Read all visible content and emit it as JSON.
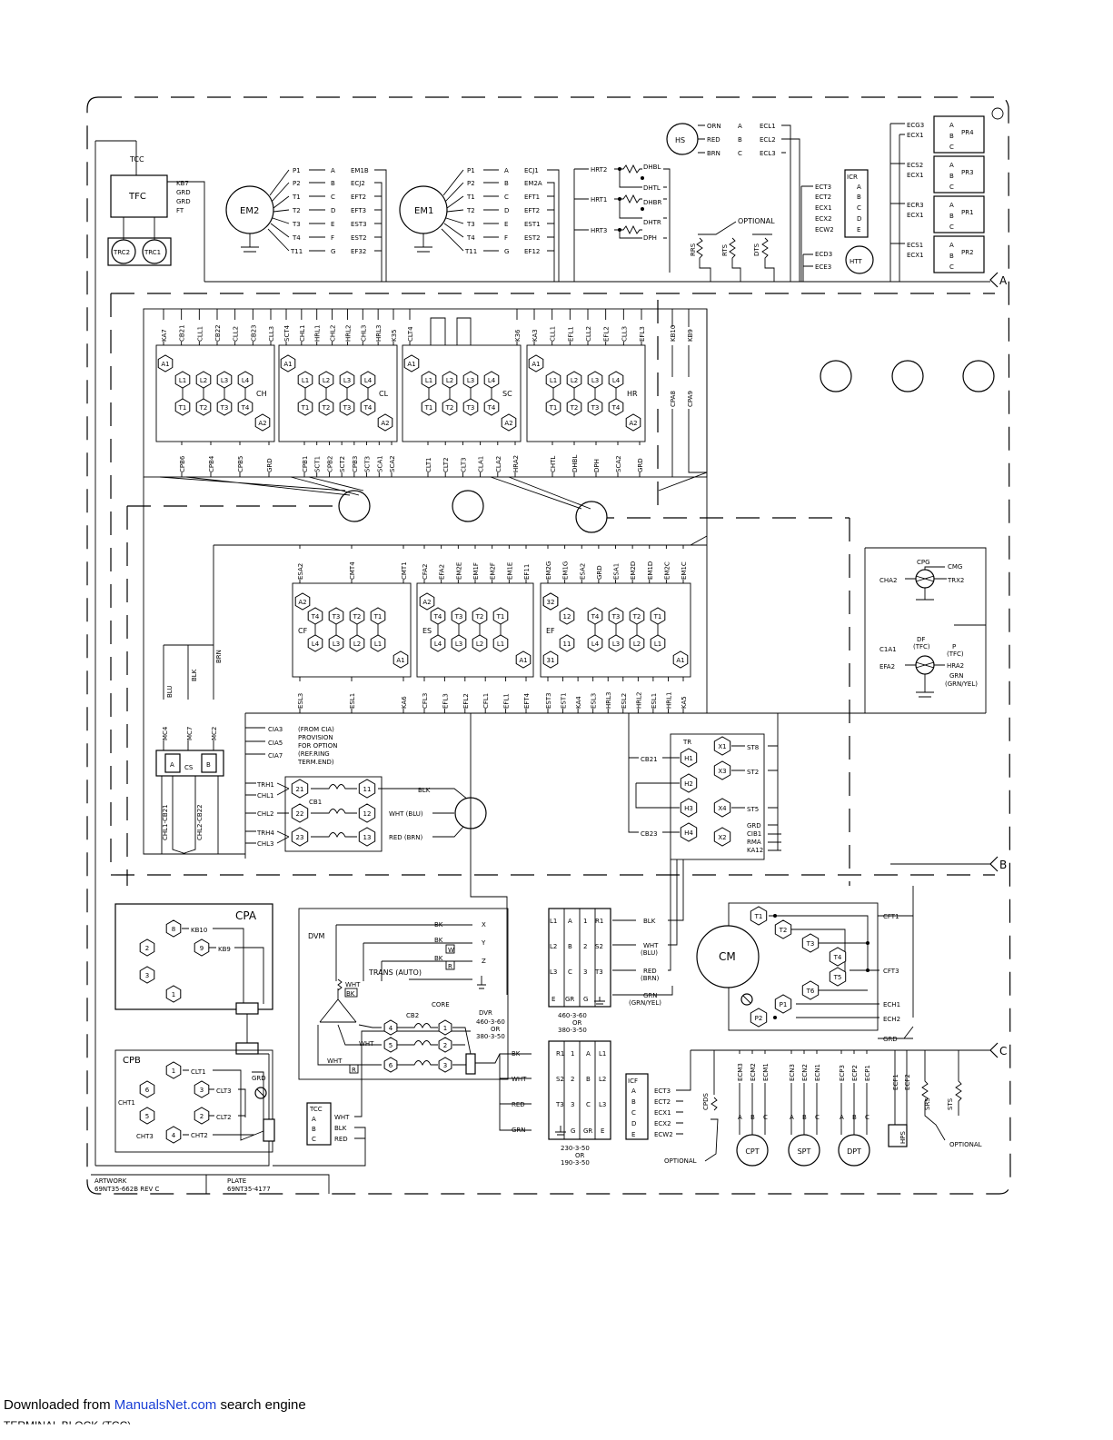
{
  "diagram": {
    "connectors": {
      "a": "A",
      "b": "B",
      "c": "C"
    },
    "tfc": {
      "label": "TFC",
      "tcc": "TCC",
      "pins": [
        "KB7",
        "GRD",
        "GRD",
        "FT"
      ],
      "trc2": "TRC2",
      "trc1": "TRC1"
    },
    "em2": {
      "label": "EM2",
      "inputs": [
        "P1",
        "P2",
        "T1",
        "T2",
        "T3",
        "T4",
        "T11"
      ],
      "letters": [
        "A",
        "B",
        "C",
        "D",
        "E",
        "F",
        "G"
      ],
      "outputs": [
        "EM1B",
        "ECJ2",
        "EFT2",
        "EFT3",
        "EST3",
        "EST2",
        "EF32"
      ]
    },
    "em1": {
      "label": "EM1",
      "inputs": [
        "P1",
        "P2",
        "T1",
        "T2",
        "T3",
        "T4",
        "T11"
      ],
      "letters": [
        "A",
        "B",
        "C",
        "D",
        "E",
        "F",
        "G"
      ],
      "outputs": [
        "ECJ1",
        "EM2A",
        "EFT1",
        "EFT2",
        "EST1",
        "EST2",
        "EF12"
      ]
    },
    "heaters": {
      "hrt": [
        "HRT2",
        "HRT1",
        "HRT3"
      ],
      "outs": [
        "DHBL",
        "DHTL",
        "DHBR",
        "DHTR",
        "DPH"
      ],
      "optional": "OPTIONAL",
      "sensors": [
        "RRS",
        "RTS",
        "DTS"
      ]
    },
    "hs": {
      "label": "HS",
      "wires": [
        "ORN",
        "RED",
        "BRN"
      ],
      "letters": [
        "A",
        "B",
        "C"
      ],
      "outs": [
        "ECL1",
        "ECL2",
        "ECL3"
      ]
    },
    "icr": {
      "label": "ICR",
      "wires": [
        "ECT3",
        "ECT2",
        "ECX1",
        "ECX2",
        "ECW2"
      ],
      "letters": [
        "A",
        "B",
        "C",
        "D",
        "E"
      ]
    },
    "htt": {
      "label": "HTT",
      "wires": [
        "ECD3",
        "ECE3"
      ]
    },
    "pr": [
      {
        "label": "PR4",
        "wires": [
          "ECG3",
          "ECX1"
        ]
      },
      {
        "label": "PR3",
        "wires": [
          "ECS2",
          "ECX1"
        ]
      },
      {
        "label": "PR1",
        "wires": [
          "ECR3",
          "ECX1"
        ]
      },
      {
        "label": "PR2",
        "wires": [
          "ECS1",
          "ECX1"
        ]
      }
    ],
    "abc": [
      "A",
      "B",
      "C"
    ],
    "contactors_top": [
      {
        "label": "CH",
        "top": [
          "KA7",
          "CB21",
          "CLL1",
          "CB22",
          "CLL2",
          "CB23",
          "CLL3"
        ],
        "bottom": [
          "CPB6",
          "CPB4",
          "CPB5",
          "GRD"
        ]
      },
      {
        "label": "CL",
        "top": [
          "SCT4",
          "CHL1",
          "HRL1",
          "CHL2",
          "HRL2",
          "CHL3",
          "HRL3",
          "K35"
        ],
        "bottom": [
          "CPB1",
          "SCT1",
          "CPB2",
          "SCT2",
          "CPB3",
          "SCT3",
          "SCA1",
          "SCA2"
        ]
      },
      {
        "label": "SC",
        "top": [
          "CLT4",
          "K36"
        ],
        "bottom": [
          "CLT1",
          "CLT2",
          "CLT3",
          "CLA1",
          "CLA2",
          "HRA2"
        ]
      },
      {
        "label": "HR",
        "top": [
          "KA3",
          "CLL1",
          "EFL1",
          "CLL2",
          "EFL2",
          "CLL3",
          "EFL3"
        ],
        "bottom": [
          "CHTL",
          "DHBL",
          "DPH",
          "SCA2",
          "GRD"
        ]
      }
    ],
    "cpa_wires": [
      "KB10",
      "KB9",
      "CPA8",
      "CPA9"
    ],
    "terms": {
      "l": [
        "L1",
        "L2",
        "L3",
        "L4"
      ],
      "t": [
        "T1",
        "T2",
        "T3",
        "T4"
      ],
      "a1": "A1",
      "a2": "A2"
    },
    "contactors_mid": [
      {
        "label": "CF",
        "top": [
          "ESA2",
          "CMT4",
          "CMT1"
        ],
        "bottom": [
          "ESL3",
          "ESL1",
          "KA6"
        ]
      },
      {
        "label": "ES",
        "top": [
          "CFA2",
          "EFA2",
          "EM2E",
          "EM1F",
          "EM2F",
          "EM1E",
          "EF11"
        ],
        "bottom": [
          "CFL3",
          "EFL3",
          "EFL2",
          "CFL1",
          "EFL1",
          "EFT4"
        ]
      },
      {
        "label": "EF",
        "top": [
          "EM2G",
          "EM1G",
          "ESA2",
          "GRD",
          "ESA1",
          "EM2D",
          "EM1D",
          "EM2C",
          "EM1C"
        ],
        "bottom": [
          "EST3",
          "EST1",
          "KA4",
          "ESL3",
          "HRL3",
          "ESL2",
          "HRL2",
          "ESL1",
          "HRL1",
          "KA5"
        ]
      }
    ],
    "ef_extra": [
      "32",
      "12",
      "31",
      "11"
    ],
    "cpg": {
      "label": "CPG",
      "left": "CHA2",
      "right1": "CMG",
      "right2": "TRX2"
    },
    "df": {
      "label": "DF",
      "sub": "(TFC)",
      "left1": "C1A1",
      "left2": "EFA2",
      "p": "P",
      "psub": "(TFC)",
      "hra": "HRA2",
      "grn": "GRN",
      "grnsub": "(GRN/YEL)"
    },
    "cs": {
      "label": "CS",
      "a": "A",
      "b": "B",
      "top": [
        "MC4",
        "MC7",
        "MC2"
      ],
      "colors": [
        "BLU",
        "BLK",
        "BRN"
      ],
      "bottom": [
        "CHL1-CB21",
        "CHL2-CB22"
      ]
    },
    "cia": {
      "wires": [
        "CIA3",
        "CIA5",
        "CIA7"
      ],
      "note": [
        "(FROM CIA)",
        "PROVISION",
        "FOR OPTION",
        "(REF.RING",
        "TERM.END)"
      ]
    },
    "cb1": {
      "label": "CB1",
      "left": [
        "TRH1",
        "CHL1",
        "CHL2",
        "TRH4",
        "CHL3"
      ],
      "in": [
        "21",
        "22",
        "23"
      ],
      "out": [
        "11",
        "12",
        "13"
      ],
      "wires": [
        "BLK",
        "WHT (BLU)",
        "RED (BRN)"
      ]
    },
    "tr": {
      "label": "TR",
      "h": [
        "H1",
        "H2",
        "H3",
        "H4"
      ],
      "x": [
        "X1",
        "X3",
        "X4",
        "X2"
      ],
      "left": [
        "CB21",
        "CB23"
      ],
      "right": [
        "ST8",
        "ST2",
        "ST5",
        "GRD",
        "CIB1",
        "RMA",
        "KA12"
      ]
    },
    "cpa": {
      "label": "CPA",
      "pins": [
        "8",
        "9",
        "2",
        "3",
        "1"
      ],
      "wires": [
        "KB10",
        "KB9"
      ]
    },
    "cpb": {
      "label": "CPB",
      "pins": [
        "1",
        "6",
        "3",
        "5",
        "2",
        "4"
      ],
      "wires": [
        "CLT1",
        "CLT3",
        "CLT2",
        "CHT2"
      ],
      "left": [
        "CHT1",
        "CHT3"
      ],
      "grd": "GRD"
    },
    "dvm": {
      "label": "DVM",
      "trans": "TRANS (AUTO)",
      "core": "CORE",
      "taps": [
        "BK",
        "BK",
        "BK"
      ],
      "tapmarks": [
        "W",
        "R"
      ],
      "wht": [
        "WHT",
        "BK",
        "WHT",
        "WHT",
        "R"
      ],
      "xyz": [
        "X",
        "Y",
        "Z"
      ],
      "cb2": "CB2",
      "cb2pins": [
        "4",
        "5",
        "6"
      ],
      "cb2out": [
        "1",
        "2",
        "3"
      ],
      "dvr": "DVR",
      "dvrv": [
        "460-3-60",
        "OR",
        "380-3-50"
      ]
    },
    "tb_upper": {
      "left": [
        "L1",
        "L2",
        "L3",
        "E"
      ],
      "col2": [
        "A",
        "B",
        "C",
        "GR"
      ],
      "col3": [
        "1",
        "2",
        "3",
        "G"
      ],
      "right": [
        "R1",
        "S2",
        "T3"
      ],
      "wires": [
        "BLK",
        "WHT",
        "(BLU)",
        "RED",
        "(BRN)",
        "GRN",
        "(GRN/YEL)"
      ],
      "volts": [
        "460-3-60",
        "OR",
        "380-3-50"
      ]
    },
    "tb_lower": {
      "left": [
        "R1",
        "S2",
        "T3"
      ],
      "col2": [
        "1",
        "2",
        "3",
        "G"
      ],
      "col3": [
        "A",
        "B",
        "C",
        "GR"
      ],
      "right": [
        "L1",
        "L2",
        "L3",
        "E"
      ],
      "wires": [
        "BK",
        "WHT",
        "RED",
        "GRN"
      ],
      "volts": [
        "230-3-50",
        "OR",
        "190-3-50"
      ]
    },
    "cm": {
      "label": "CM",
      "t": [
        "T1",
        "T2",
        "T3",
        "T4",
        "T5",
        "T6"
      ],
      "p": [
        "P1",
        "P2"
      ],
      "right": [
        "CFT1",
        "CFT3",
        "ECH1",
        "ECH2",
        "GRD"
      ]
    },
    "tcc2": {
      "label": "TCC",
      "letters": [
        "A",
        "B",
        "C"
      ],
      "wires": [
        "WHT",
        "BLK",
        "RED"
      ]
    },
    "icf": {
      "label": "ICF",
      "letters": [
        "A",
        "B",
        "C",
        "D",
        "E"
      ],
      "wires": [
        "ECT3",
        "ECT2",
        "ECX1",
        "ECX2",
        "ECW2"
      ]
    },
    "sensors": {
      "cpds": "CPDS",
      "optional": "OPTIONAL",
      "optional2": "OPTIONAL",
      "groups": [
        {
          "label": "CPT",
          "wires": [
            "ECM3",
            "ECM2",
            "ECM1"
          ]
        },
        {
          "label": "SPT",
          "wires": [
            "ECN3",
            "ECN2",
            "ECN1"
          ]
        },
        {
          "label": "DPT",
          "wires": [
            "ECP3",
            "ECP2",
            "ECP1"
          ]
        }
      ],
      "hps": "HPS",
      "hpsw": [
        "ECF1",
        "ECF2"
      ],
      "abc": [
        "A",
        "B",
        "C"
      ],
      "sw": [
        "SRS",
        "STS"
      ]
    },
    "artwork": {
      "a1": "ARTWORK",
      "a2": "69NT35-662B REV C",
      "p1": "PLATE",
      "p2": "69NT35-4177"
    }
  },
  "footer": {
    "prefix": "Downloaded from ",
    "link": "ManualsNet.com",
    "suffix": " search engine",
    "line2": "TERMINAL BLOCK (TCC)"
  }
}
